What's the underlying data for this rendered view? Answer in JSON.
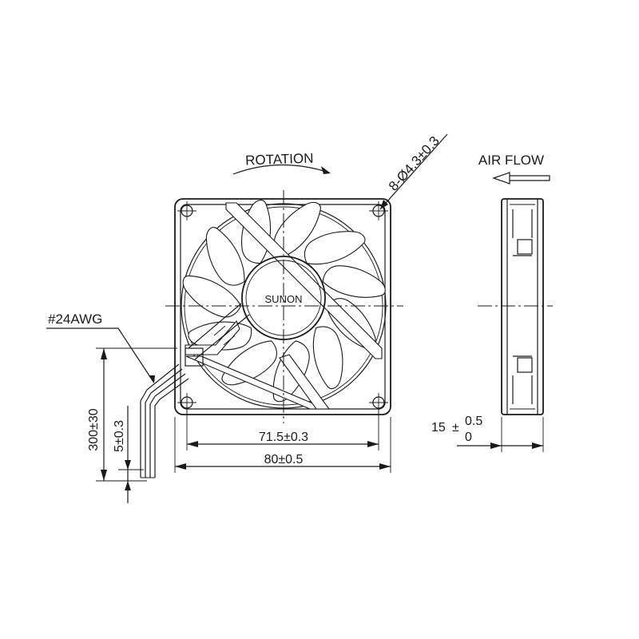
{
  "drawing": {
    "rotation_label": "ROTATION",
    "airflow_label": "AIR FLOW",
    "hub_brand": "SUNON",
    "wire_gauge": "#24AWG",
    "hole_spec": "8-Ø4.3±0.3",
    "dim_hole_pitch": "71.5±0.3",
    "dim_frame_width": "80±0.5",
    "dim_lead_length": "300±30",
    "dim_strip_length": "5±0.3",
    "dim_thickness_base": "15",
    "dim_thickness_sign": "±",
    "dim_thickness_upper": "0.5",
    "dim_thickness_lower": "0"
  }
}
